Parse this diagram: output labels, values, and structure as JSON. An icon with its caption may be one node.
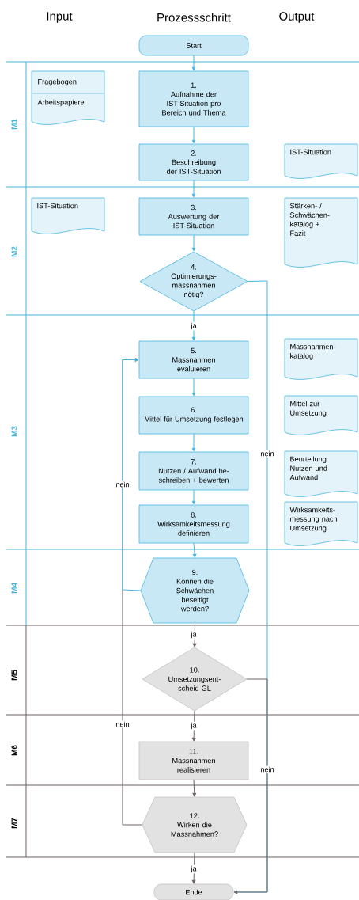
{
  "diagram": {
    "nodes": [
      {
        "text": [
          "Start"
        ]
      },
      {
        "text": [
          "Fragebogen",
          "Arbeitspapiere"
        ]
      },
      {
        "text": [
          "1.",
          "Aufnahme der IST-Situation pro Bereich und Thema"
        ]
      },
      {
        "text": [
          "2.",
          "Beschreibung der IST-Situation"
        ]
      },
      {
        "text": [
          "IST-Situation"
        ]
      },
      {
        "text": [
          "IST-Situation"
        ]
      },
      {
        "text": [
          "3.",
          "Auswertung der IST-Situation"
        ]
      },
      {
        "text": [
          "Stärken- / Schwächen-katalog + Fazit"
        ]
      },
      {
        "text": [
          "4.",
          "Optimierungs-massnahmen nötig?"
        ]
      },
      {
        "text": [
          "5.",
          "Massnahmen evaluieren"
        ]
      },
      {
        "text": [
          "Massnahmen-katalog"
        ]
      },
      {
        "text": [
          "6.",
          "Mittel für Umsetzung festlegen"
        ]
      },
      {
        "text": [
          "Mittel zur Umsetzung"
        ]
      },
      {
        "text": [
          "7.",
          "Nutzen / Aufwand be-schreiben + bewerten"
        ]
      },
      {
        "text": [
          "Beurteilung Nutzen und Aufwand"
        ]
      },
      {
        "text": [
          "8.",
          "Wirksamkeitsmessung definieren"
        ]
      },
      {
        "text": [
          "Wirksamkeits-messung nach Umsetzung"
        ]
      },
      {
        "text": [
          "9.",
          "Können die Schwächen beseitigt werden?"
        ]
      },
      {
        "text": [
          "10.",
          "Umsetzungsent-scheid GL"
        ]
      },
      {
        "text": [
          "11.",
          "Massnahmen realisieren"
        ]
      },
      {
        "text": [
          "12.",
          "Wirken die Massnahmen?"
        ]
      },
      {
        "text": [
          "Ende"
        ]
      }
    ],
    "edges": [
      {
        "from": 0,
        "to": 2,
        "arrow": "to"
      },
      {
        "from": 2,
        "to": 3,
        "arrow": "to"
      },
      {
        "from": 3,
        "to": 6,
        "arrow": "to"
      },
      {
        "from": 6,
        "to": 8,
        "arrow": "to"
      },
      {
        "from": 8,
        "to": 9,
        "arrow": "to",
        "label": "ja"
      },
      {
        "from": 8,
        "to": 21,
        "arrow": "to",
        "label": "nein"
      },
      {
        "from": 9,
        "to": 11,
        "arrow": "to"
      },
      {
        "from": 11,
        "to": 13,
        "arrow": "to"
      },
      {
        "from": 13,
        "to": 15,
        "arrow": "to"
      },
      {
        "from": 15,
        "to": 17,
        "arrow": "to"
      },
      {
        "from": 20,
        "to": 9,
        "arrow": "to",
        "label": "nein",
        "color": "#6e6262"
      },
      {
        "from": 17,
        "to": 9,
        "arrow": "to",
        "label": "nein"
      },
      {
        "from": 17,
        "to": 18,
        "arrow": "to",
        "label": "ja",
        "color": "#6e6262"
      },
      {
        "from": 18,
        "to": 19,
        "arrow": "to",
        "label": "ja",
        "color": "#6e6262"
      },
      {
        "from": 18,
        "to": 21,
        "arrow": "to",
        "label": "nein",
        "color": "#6e6262"
      },
      {
        "from": 19,
        "to": 20,
        "arrow": "to",
        "color": "#6e6262"
      },
      {
        "from": 20,
        "to": 21,
        "arrow": "to",
        "label": "ja",
        "color": "#6e6262"
      }
    ],
    "labels": [
      "Input",
      "Prozessschritt",
      "Output",
      "M1",
      "M2",
      "M3",
      "M4",
      "M5",
      "M6",
      "M7"
    ]
  }
}
